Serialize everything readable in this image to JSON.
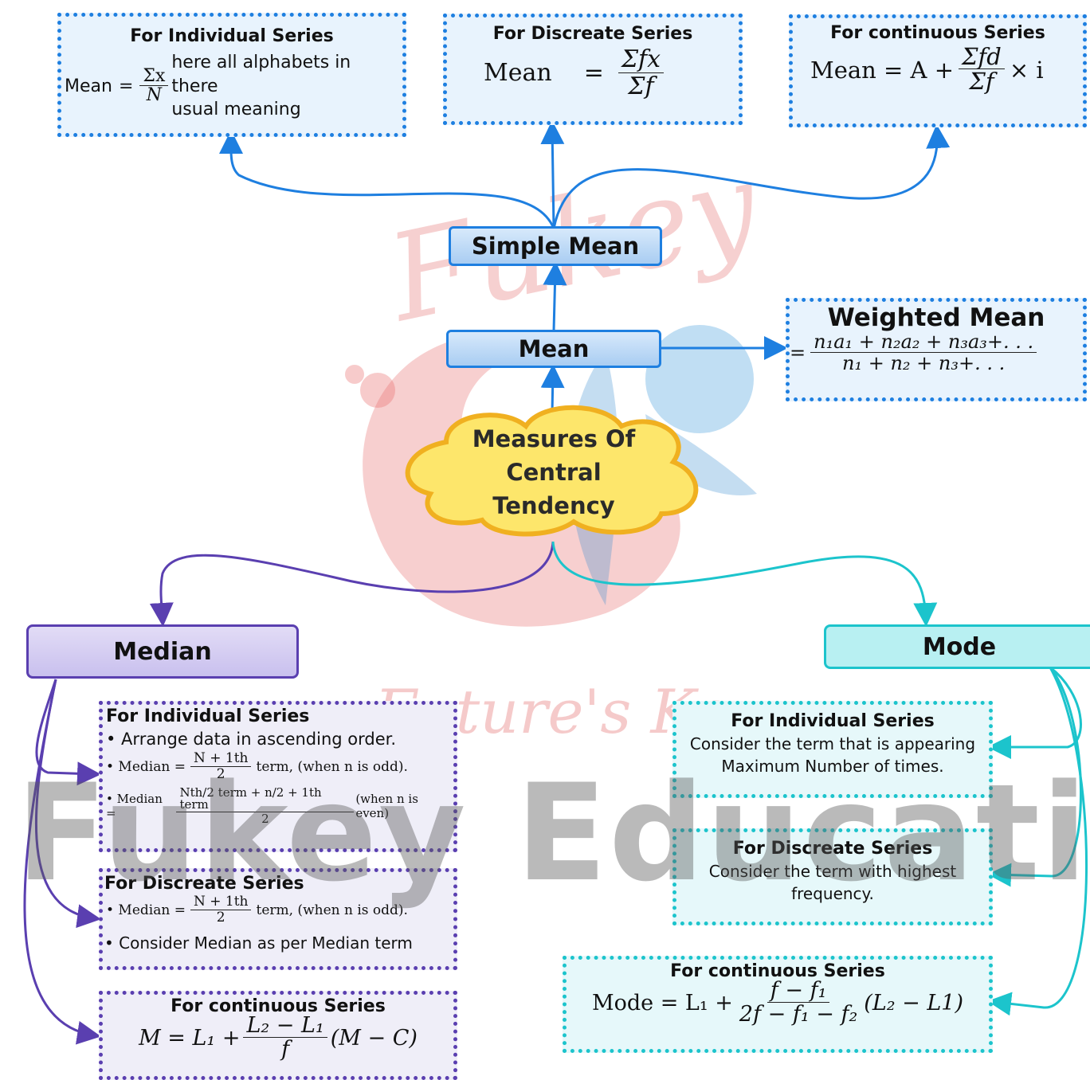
{
  "watermark": {
    "brand_script": "Fukey",
    "tagline": "Future's Key",
    "main": "Fukey Education"
  },
  "center": {
    "label": "Measures Of Central Tendency"
  },
  "mean": {
    "label": "Mean",
    "simple_mean": {
      "label": "Simple Mean"
    },
    "individual": {
      "title": "For Individual Series",
      "mean_word": "Mean",
      "equals": "=",
      "num": "Σx",
      "den": "N",
      "note_line1": "here all alphabets in there",
      "note_line2": "usual meaning"
    },
    "discrete": {
      "title": "For Discreate Series",
      "lhs": "Mean",
      "equals": "=",
      "num": "Σfx",
      "den": "Σf"
    },
    "continuous": {
      "title": "For continuous Series",
      "lhs": "Mean = A +",
      "num": "Σfd",
      "den": "Σf",
      "tail": "× i"
    },
    "weighted": {
      "title": "Weighted Mean",
      "equals": "=",
      "num": "n₁a₁ + n₂a₂ + n₃a₃+. . .",
      "den": "n₁ + n₂ + n₃+. . ."
    }
  },
  "median": {
    "label": "Median",
    "individual": {
      "title": "For Individual Series",
      "bullet1": "• Arrange data in ascending order.",
      "odd_prefix": "• Median =",
      "odd_num": "N + 1th",
      "odd_den": "2",
      "odd_suffix": "term, (when n is odd).",
      "even_prefix": "• Median =",
      "even_num": "Nth/2 term + n/2 + 1th term",
      "even_den": "2",
      "even_suffix": "(when n is even)"
    },
    "discrete": {
      "title": "For Discreate Series",
      "odd_prefix": "• Median =",
      "odd_num": "N + 1th",
      "odd_den": "2",
      "odd_suffix": "term, (when n is odd).",
      "bullet2": "• Consider Median as per Median term"
    },
    "continuous": {
      "title": "For continuous Series",
      "lhs": "M = L₁ +",
      "num": "L₂ − L₁",
      "den": "f",
      "tail": "(M − C)"
    }
  },
  "mode": {
    "label": "Mode",
    "individual": {
      "title": "For Individual Series",
      "line1": "Consider the term that is appearing",
      "line2": "Maximum Number of times."
    },
    "discrete": {
      "title": "For Discreate Series",
      "line1": "Consider the term with highest",
      "line2": "frequency."
    },
    "continuous": {
      "title": "For continuous Series",
      "lhs": "Mode = L₁ +",
      "num": "f − f₁",
      "den": "2f − f₁ − f₂",
      "tail": "(L₂ − L1)"
    }
  },
  "colors": {
    "blue": "#1e7fe0",
    "purple": "#5a3fb0",
    "cyan": "#1cc4cc",
    "cloud_fill": "#fde66b",
    "cloud_stroke": "#f0b020"
  }
}
